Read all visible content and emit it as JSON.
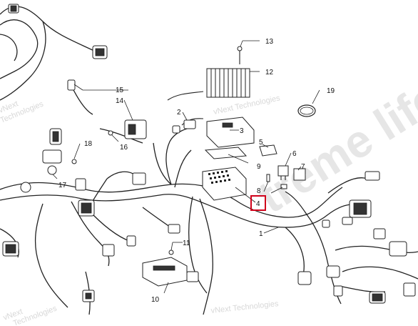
{
  "diagram": {
    "callouts": [
      {
        "id": "c1",
        "label": "1"
      },
      {
        "id": "c2",
        "label": "2"
      },
      {
        "id": "c3",
        "label": "3"
      },
      {
        "id": "c4",
        "label": "4",
        "highlighted": true
      },
      {
        "id": "c5",
        "label": "5"
      },
      {
        "id": "c6",
        "label": "6"
      },
      {
        "id": "c7",
        "label": "7"
      },
      {
        "id": "c8",
        "label": "8"
      },
      {
        "id": "c9",
        "label": "9"
      },
      {
        "id": "c10",
        "label": "10"
      },
      {
        "id": "c11",
        "label": "11"
      },
      {
        "id": "c12",
        "label": "12"
      },
      {
        "id": "c13",
        "label": "13"
      },
      {
        "id": "c14",
        "label": "14"
      },
      {
        "id": "c15",
        "label": "15"
      },
      {
        "id": "c16",
        "label": "16"
      },
      {
        "id": "c17",
        "label": "17"
      },
      {
        "id": "c18",
        "label": "18"
      },
      {
        "id": "c19",
        "label": "19"
      }
    ],
    "highlight_color": "#d0021b"
  },
  "watermarks": {
    "vnext": "vNext Technologies",
    "vnext_split_a": "vNext",
    "vnext_split_b": "Technologies",
    "brand": "treme life"
  }
}
